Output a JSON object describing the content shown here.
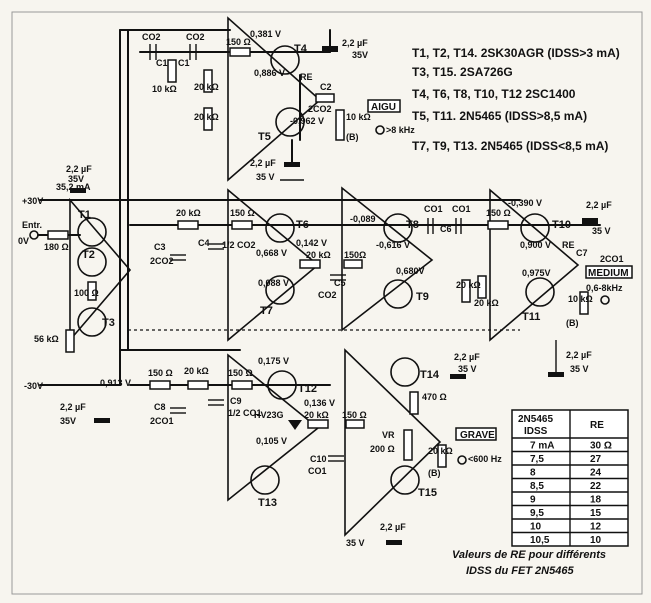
{
  "notes": [
    "T1, T2, T14.  2SK30AGR (IDSS>3 mA)",
    "T3, T15.  2SA726G",
    "T4, T6, T8, T10, T12  2SC1400",
    "T5, T11.  2N5465 (IDSS>8,5 mA)",
    "T7, T9, T13.  2N5465 (IDSS<8,5 mA)"
  ],
  "outputs": {
    "aigu": "AIGU",
    "aigu_freq": ">8 kHz",
    "medium": "MEDIUM",
    "medium_freq": "0,6-8kHz",
    "grave": "GRAVE",
    "grave_freq": "<600 Hz"
  },
  "supply": {
    "pos": "+30V",
    "neg": "-30V",
    "current": "35,2 mA",
    "entr": "Entr.",
    "ov": "0V",
    "r_in": "180 Ω",
    "cap_in": "2,2 µF",
    "cap_in_v": "35V",
    "neg_node": "0,913 V",
    "r56k": "56 kΩ",
    "r100": "100 Ω"
  },
  "aigu_section": {
    "co2a": "CO2",
    "co2b": "CO2",
    "c1a": "C1",
    "c1b": "C1",
    "r10k": "10 kΩ",
    "r20k_a": "20 kΩ",
    "r20k_b": "20 kΩ",
    "r150": "150 Ω",
    "v381": "0,381 V",
    "v886": "0,886 V",
    "v962": "-0,962 V",
    "re": "RE",
    "c2": "C2",
    "c2co2": "2CO2",
    "pot": "10 kΩ",
    "pot_b": "(B)",
    "cap_top": "2,2 µF",
    "cap_top_v": "35V",
    "cap_bot": "2,2 µF",
    "cap_bot_v": "35 V"
  },
  "medium_section": {
    "r20k": "20 kΩ",
    "r150": "150 Ω",
    "c3": "C3",
    "c3v": "2CO2",
    "c4": "C4",
    "c4v": "1/2 CO2",
    "v668": "0,668 V",
    "v142": "0,142 V",
    "v088": "0,088 V",
    "r20k2": "20 kΩ",
    "r150b": "150Ω",
    "c5": "C5",
    "c5v": "CO2",
    "v089": "-0,089",
    "v616": "-0,616 V",
    "v680": "0,680V",
    "co1a": "CO1",
    "co1b": "CO1",
    "c6": "C6",
    "r20ka": "20 kΩ",
    "r20kb": "20 kΩ",
    "r150c": "150 Ω",
    "v390": "-0,390 V",
    "v900": "0,900 V",
    "v975": "0,975V",
    "re": "RE",
    "c7": "C7",
    "c7v": "2CO1",
    "pot": "10 kΩ",
    "pot_b": "(B)",
    "cap_top": "2,2 µF",
    "cap_top_v": "35 V",
    "cap_bot": "2,2 µF",
    "cap_bot_v": "35 V"
  },
  "grave_section": {
    "r150a": "150 Ω",
    "r20k": "20 kΩ",
    "r150b": "150 Ω",
    "c8": "C8",
    "c8v": "2CO1",
    "c9": "C9",
    "c9v": "1/2 CO1",
    "v175": "0,175 V",
    "v136": "0,136 V",
    "v105": "0,105 V",
    "hv": "HV23G",
    "r20k2": "20 kΩ",
    "r150c": "150 Ω",
    "c10": "C10",
    "c10v": "CO1",
    "vr": "VR",
    "vr_val": "200 Ω",
    "r470": "470 Ω",
    "pot": "20 kΩ",
    "pot_b": "(B)",
    "cap_top": "2,2 µF",
    "cap_top_v": "35 V",
    "cap_bot": "2,2 µF",
    "cap_bot_v": "35 V",
    "cap_neg": "2,2 µF",
    "cap_neg_v": "35V"
  },
  "transistors": [
    "T1",
    "T2",
    "T3",
    "T4",
    "T5",
    "T6",
    "T7",
    "T8",
    "T9",
    "T10",
    "T11",
    "T12",
    "T13",
    "T14",
    "T15"
  ],
  "table": {
    "header_left": "2N5465",
    "header_left_sub": "IDSS",
    "header_right": "RE",
    "rows": [
      [
        "7 mA",
        "30 Ω"
      ],
      [
        "7,5",
        "27"
      ],
      [
        "8",
        "24"
      ],
      [
        "8,5",
        "22"
      ],
      [
        "9",
        "18"
      ],
      [
        "9,5",
        "15"
      ],
      [
        "10",
        "12"
      ],
      [
        "10,5",
        "10"
      ]
    ],
    "caption_1": "Valeurs de RE pour différents",
    "caption_2": "IDSS du FET 2N5465"
  }
}
